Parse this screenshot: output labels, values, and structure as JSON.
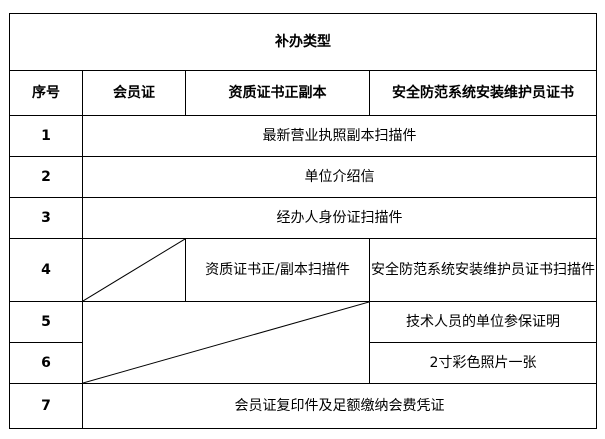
{
  "title": "补办类型",
  "headers": {
    "index": "序号",
    "member_card": "会员证",
    "qualification": "资质证书正副本",
    "installer_card": "安全防范系统安装维护员证书"
  },
  "rows": [
    {
      "index": "1",
      "text": "最新营业执照副本扫描件"
    },
    {
      "index": "2",
      "text": "单位介绍信"
    },
    {
      "index": "3",
      "text": "经办人身份证扫描件"
    },
    {
      "index": "4",
      "qualification": "资质证书正/副本扫描件",
      "installer_card": "安全防范系统安装维护员证书扫描件"
    },
    {
      "index": "5",
      "installer_card": "技术人员的单位参保证明"
    },
    {
      "index": "6",
      "installer_card": "2寸彩色照片一张"
    },
    {
      "index": "7",
      "text": "会员证复印件及足额缴纳会费凭证"
    }
  ]
}
